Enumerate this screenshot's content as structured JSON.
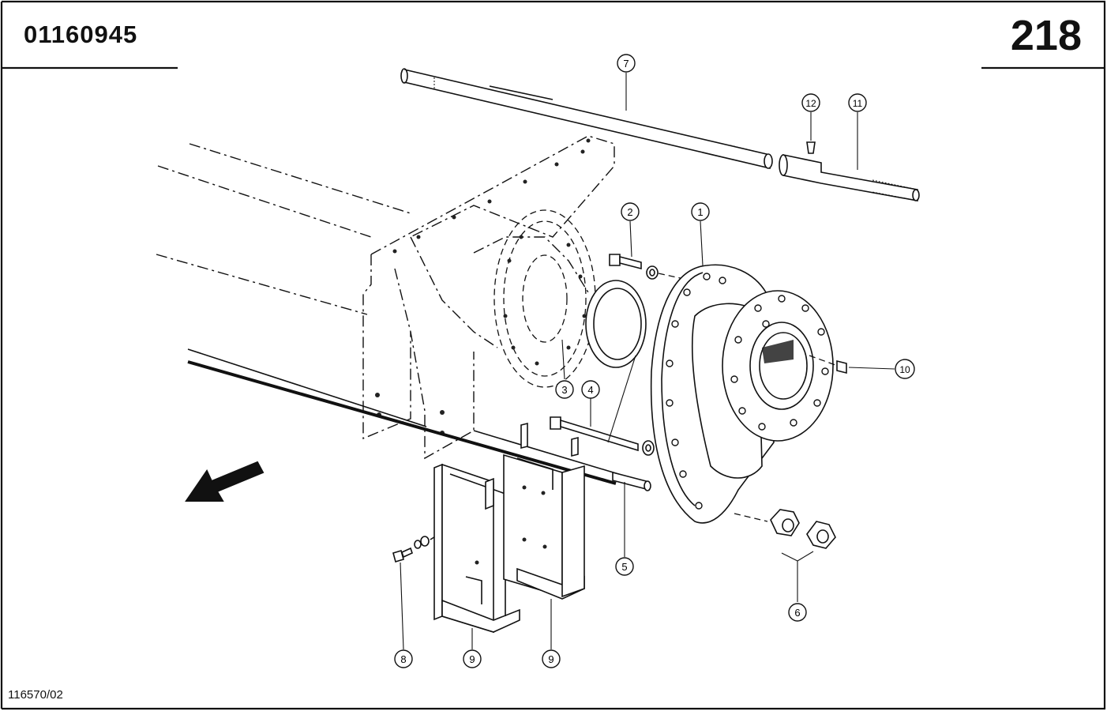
{
  "header": {
    "document_number": "01160945",
    "page_number": "218"
  },
  "footer": {
    "drawing_reference": "116570/02"
  },
  "callouts": [
    {
      "label": "1",
      "part": "flange-housing"
    },
    {
      "label": "2",
      "part": "bolt"
    },
    {
      "label": "3",
      "part": "seal-ring"
    },
    {
      "label": "4",
      "part": "long-bolt"
    },
    {
      "label": "5",
      "part": "threaded-rod"
    },
    {
      "label": "6",
      "part": "nuts"
    },
    {
      "label": "7",
      "part": "splined-shaft"
    },
    {
      "label": "8",
      "part": "small-bolt"
    },
    {
      "label": "9",
      "part": "channel-bracket"
    },
    {
      "label": "9",
      "part": "channel-bracket"
    },
    {
      "label": "10",
      "part": "set-screw"
    },
    {
      "label": "11",
      "part": "stub-shaft"
    },
    {
      "label": "12",
      "part": "grease-nipple"
    }
  ],
  "colors": {
    "line": "#111111",
    "background": "#ffffff"
  },
  "icons": {
    "direction": "direction-arrow-icon"
  }
}
